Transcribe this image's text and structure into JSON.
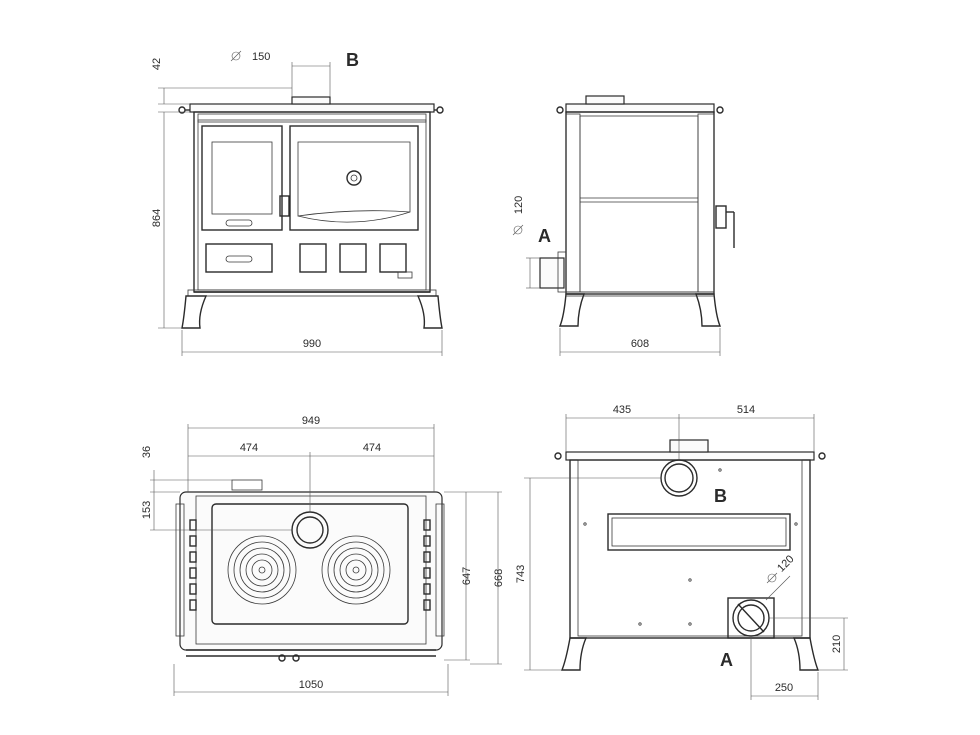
{
  "front_view": {
    "flue_diameter": "150",
    "flue_label": "B",
    "top_height": "42",
    "total_height": "864",
    "width": "990"
  },
  "side_view": {
    "inlet_diameter": "120",
    "inlet_label": "A",
    "depth": "608"
  },
  "top_view": {
    "overall_width": "949",
    "left_half": "474",
    "right_half": "474",
    "rear_offset": "36",
    "flue_offset": "153",
    "inner_depth": "647",
    "outer_depth": "668",
    "total_width": "1050"
  },
  "rear_view": {
    "left_offset": "435",
    "right_offset": "514",
    "flue_label": "B",
    "inlet_diameter": "120",
    "inlet_label": "A",
    "height": "743",
    "inlet_height": "210",
    "inlet_width": "250"
  },
  "symbols": {
    "diameter": "Ø"
  }
}
